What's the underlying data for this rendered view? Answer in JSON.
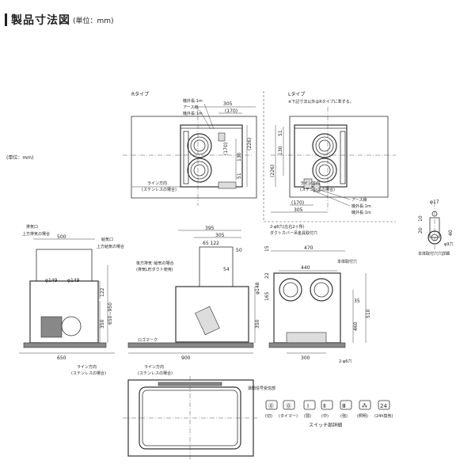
{
  "heading": {
    "title": "製品寸法図",
    "unit": "(単位：mm)"
  },
  "side_unit": "(単位：mm)",
  "r_type": {
    "title": "Rタイプ",
    "dims": {
      "d305": "305",
      "d170": "(170)",
      "d226": "(226)",
      "d51": "51",
      "d130": "130",
      "d170b": "(170)"
    },
    "labels": {
      "cord1": "機外長:1m",
      "earth": "アース線",
      "cord2": "機外長:1m",
      "line": "ライン方向",
      "line_sub": "(ステンレスの場合)"
    }
  },
  "l_type": {
    "title": "Lタイプ",
    "note": "※下記寸法以外はRタイプに準ずる。",
    "dims": {
      "d130": "130",
      "d51": "51",
      "d226": "(226)",
      "d170": "(170)",
      "d305": "305"
    },
    "labels": {
      "line": "ライン方向",
      "line_sub": "(ステンレスの場合)",
      "earth": "アース線",
      "cord1": "機外長:1m",
      "cord2": "機外長:1m"
    }
  },
  "front_view": {
    "dims": {
      "d500": "500",
      "d149a": "φ149",
      "d149b": "φ149",
      "d122": "122",
      "d650_950": "650~950",
      "d350": "350",
      "d650": "650"
    },
    "labels": {
      "exhaust": "排気口",
      "exhaust_sub": "上方排気の場合",
      "intake": "給気口",
      "intake_sub": "上方給気の場合",
      "line": "ライン方向",
      "line_sub": "(ステンレスの場合)"
    }
  },
  "side_view": {
    "dims": {
      "d395": "395",
      "d305": "305",
      "d65_122": "65 122",
      "d50": "50",
      "d54": "54",
      "d148": "φ148",
      "d350": "350",
      "d900": "900"
    },
    "labels": {
      "rear": "後方排気･給気の場合",
      "rear_sub": "(排気L形ダクト使用)",
      "logo": "ロゴマーク",
      "line": "ライン方向",
      "line_sub": "(ステンレスの場合)"
    }
  },
  "end_view": {
    "dims": {
      "d470": "470",
      "d440": "440",
      "d300": "300",
      "d165": "165",
      "d22": "22",
      "d460": "460",
      "d510": "510",
      "d15": "15",
      "d35": "35"
    },
    "labels": {
      "hole": "2-φ6穴(左右2ヶ所)",
      "cover": "ダクトカバー吊金具取付穴",
      "body": "本体取付穴",
      "hole_b": "2-φ6穴"
    }
  },
  "detail": {
    "dims": {
      "d17": "φ17",
      "d20": "20",
      "d10": "10",
      "d40": "40",
      "d9": "φ9穴"
    },
    "label": "本体取付穴穴詳細"
  },
  "bottom_view": {
    "receiver": "運動信号受信部"
  },
  "switches": {
    "items": [
      "⓪",
      "⓪",
      "Ⅰ",
      "Ⅱ",
      "Ⅲ",
      "⁂",
      "24"
    ],
    "captions": [
      "(切)",
      "(タイマー)",
      "(弱)",
      "(中)",
      "(強)",
      "(照明)",
      "(24h換気)"
    ],
    "title": "スイッチ部詳細"
  }
}
